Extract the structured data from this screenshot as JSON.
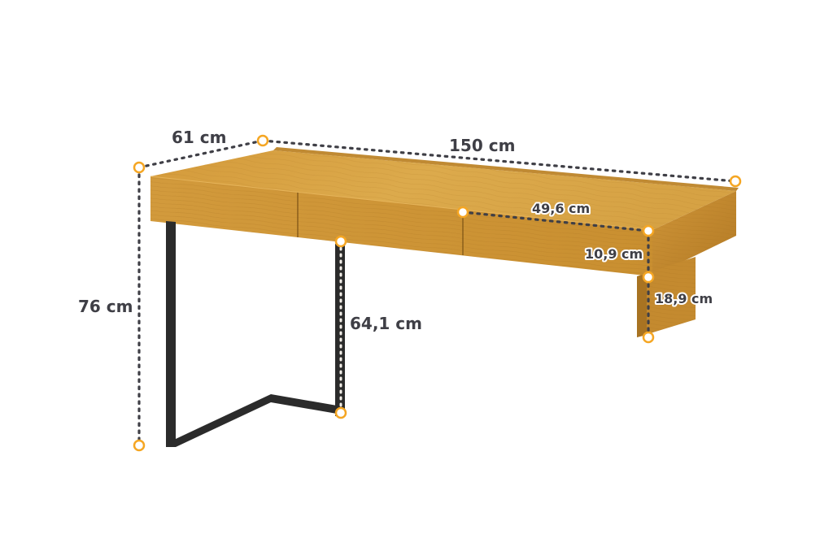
{
  "product": {
    "type": "desk",
    "colors": {
      "oak_light": "#d9a441",
      "oak_mid": "#c98e2c",
      "oak_dark": "#a87322",
      "metal": "#2b2b2b",
      "dim_text": "#3f3f46",
      "marker": "#f5a623"
    }
  },
  "dimensions": {
    "depth": "61 cm",
    "width": "150 cm",
    "height": "76 cm",
    "leg_height": "64,1 cm",
    "drawer_width": "49,6 cm",
    "drawer_height": "10,9 cm",
    "panel_height": "18,9 cm"
  }
}
